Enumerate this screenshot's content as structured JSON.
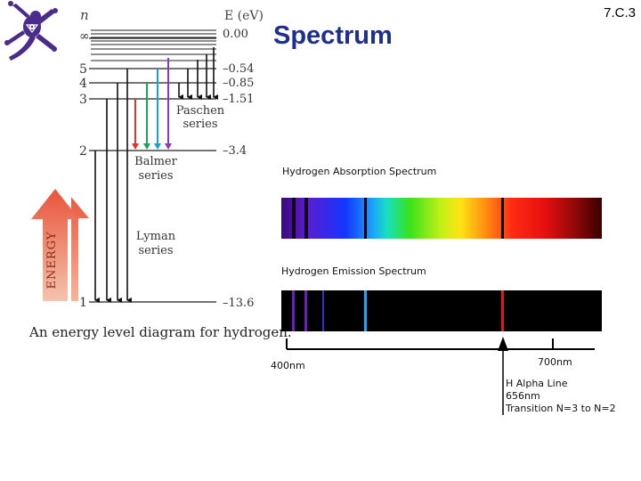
{
  "slide": {
    "title": "Spectrum",
    "code": "7.C.3"
  },
  "energy_diagram": {
    "n_header": "n",
    "e_header": "E (eV)",
    "levels": [
      {
        "n": "∞",
        "energy": "0.00"
      },
      {
        "n": "5",
        "energy": "–0.54"
      },
      {
        "n": "4",
        "energy": "–0.85"
      },
      {
        "n": "3",
        "energy": "–1.51"
      },
      {
        "n": "2",
        "energy": "–3.4"
      },
      {
        "n": "1",
        "energy": "–13.6"
      }
    ],
    "series": {
      "paschen": [
        "Paschen",
        "series"
      ],
      "balmer": [
        "Balmer",
        "series"
      ],
      "lyman": [
        "Lyman",
        "series"
      ]
    },
    "energy_arrow_label": "ENERGY",
    "caption": "An energy level diagram for hydrogen."
  },
  "spectra": {
    "absorption_title": "Hydrogen Absorption Spectrum",
    "emission_title": "Hydrogen Emission Spectrum",
    "axis_start_label": "400nm",
    "axis_end_label": "700nm",
    "annotation": [
      "H Alpha Line",
      "656nm",
      "Transition N=3 to N=2"
    ]
  },
  "colors": {
    "title": "#1f2f8f",
    "balmer_red": "#e0352a",
    "balmer_green": "#1aa35a",
    "balmer_cyan": "#1aa0d8",
    "balmer_violet": "#8a3ab9",
    "energy_arrow": "#e85a3a"
  },
  "icons": {
    "logo": "lizard-logo-icon"
  }
}
